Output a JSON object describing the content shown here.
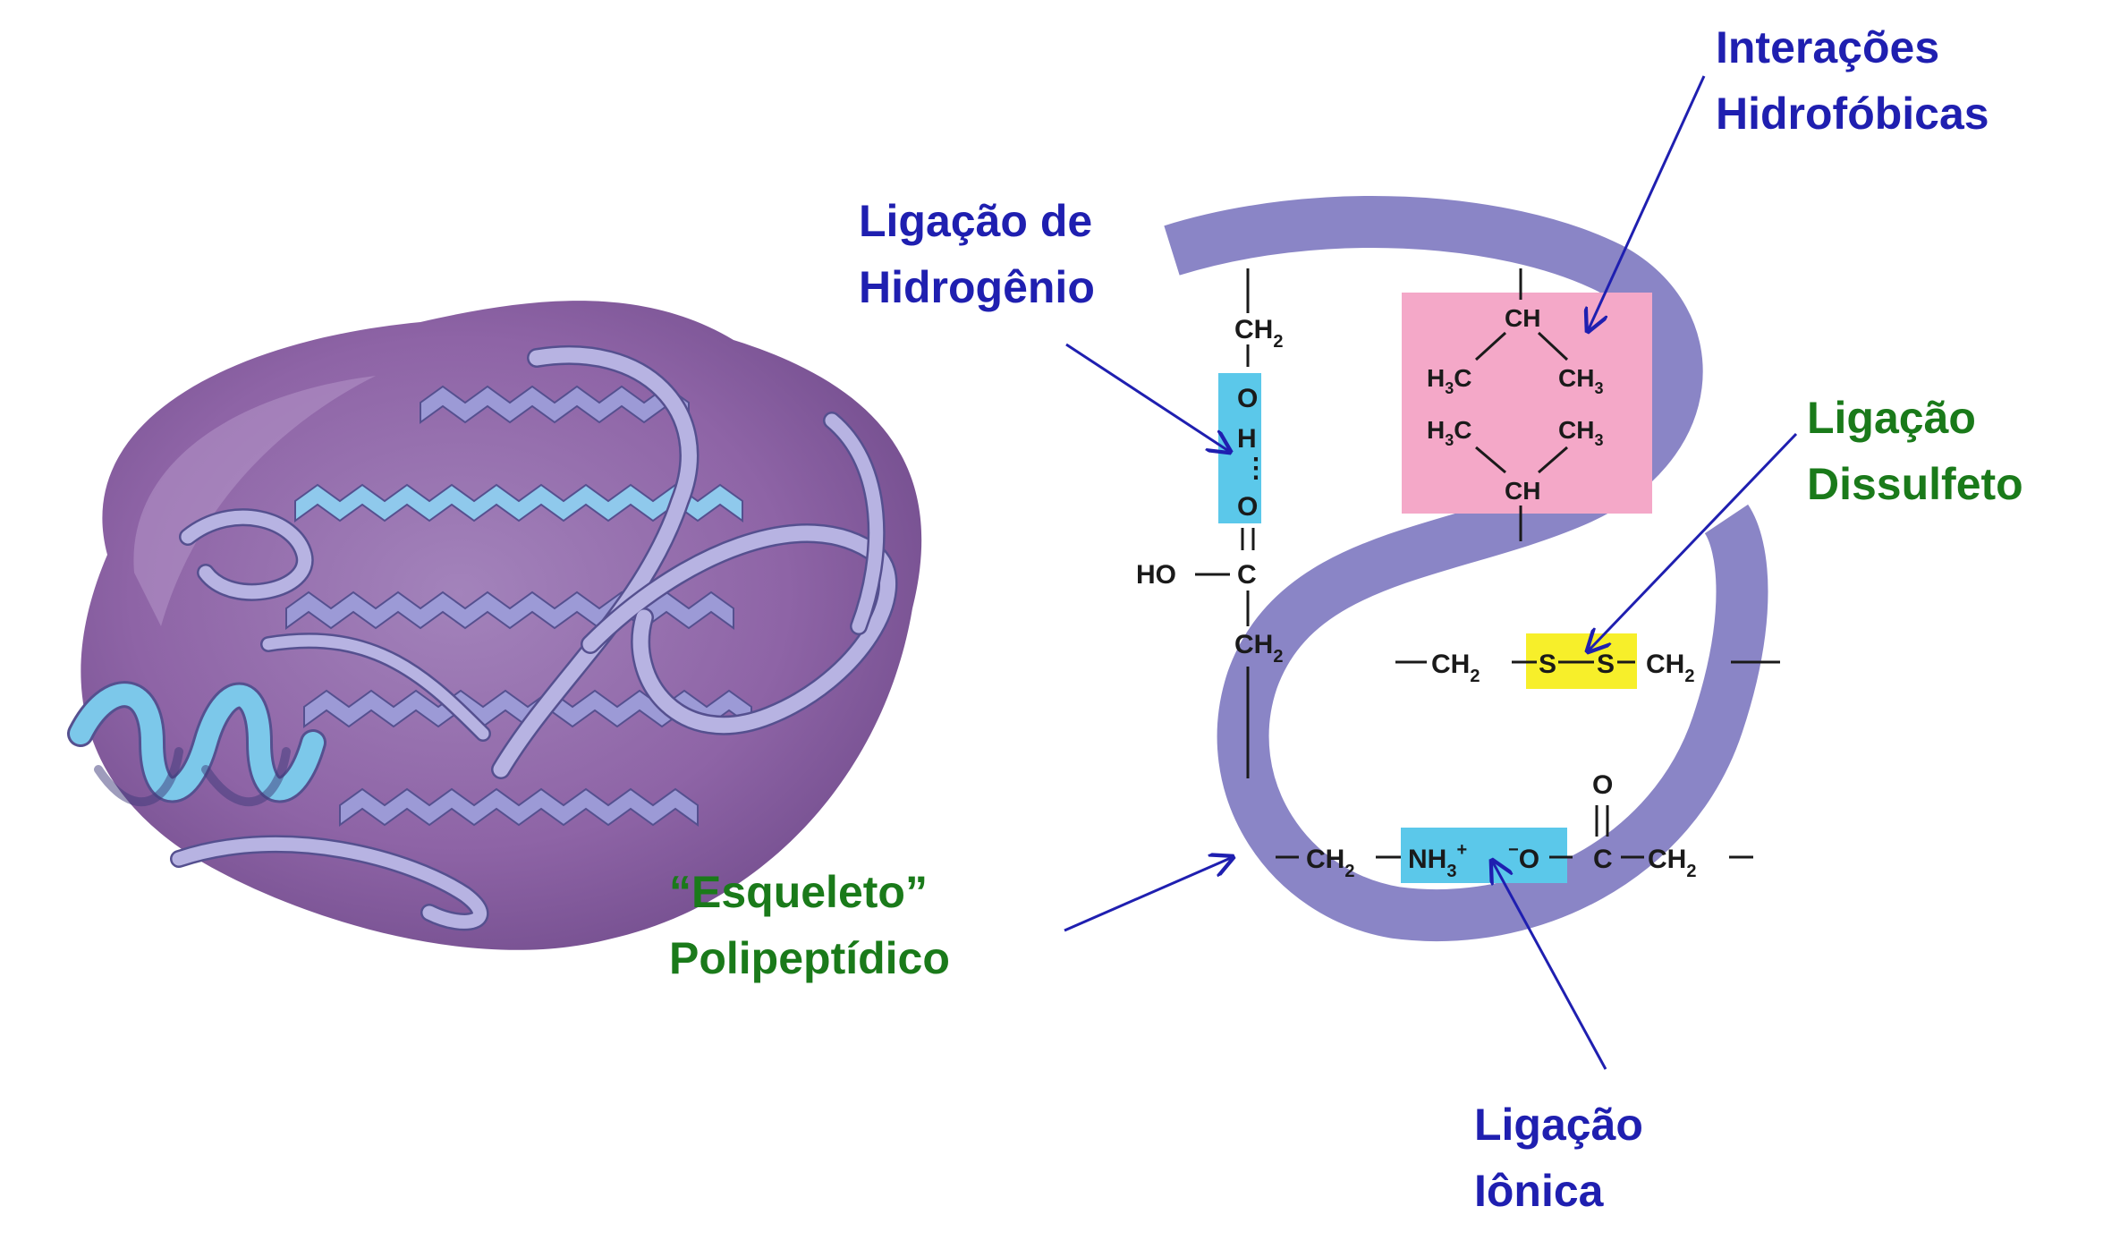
{
  "labels": {
    "hydrophobic": {
      "line1": "Interações",
      "line2": "Hidrofóbicas"
    },
    "hydrogen": {
      "line1": "Ligação de",
      "line2": "Hidrogênio"
    },
    "disulfide": {
      "line1": "Ligação",
      "line2": "Dissulfeto"
    },
    "backbone": {
      "line1": "“Esqueleto”",
      "line2": "Polipeptídico"
    },
    "ionic": {
      "line1": "Ligação",
      "line2": "Iônica"
    }
  },
  "chem": {
    "ch2": "CH",
    "sub2": "2",
    "sub3": "3",
    "o": "O",
    "h": "H",
    "ho": "HO",
    "c": "C",
    "ch": "CH",
    "h3c": "H",
    "h3c_c": "C",
    "ch3": "CH",
    "s": "S",
    "nh3": "NH",
    "plus": "+",
    "minus": "−",
    "dash": "—"
  },
  "colors": {
    "label_blue": "#1f1fb0",
    "label_green": "#1a7a1a",
    "backbone_ribbon": "#8a85c6",
    "protein_body": "#8e64a6",
    "hydrophobic_box": "#f4a8c8",
    "hbond_box": "#5bc8ea",
    "disulfide_box": "#f7ef2a",
    "ionic_box": "#5bc8ea",
    "arrow": "#1f1fb0"
  }
}
